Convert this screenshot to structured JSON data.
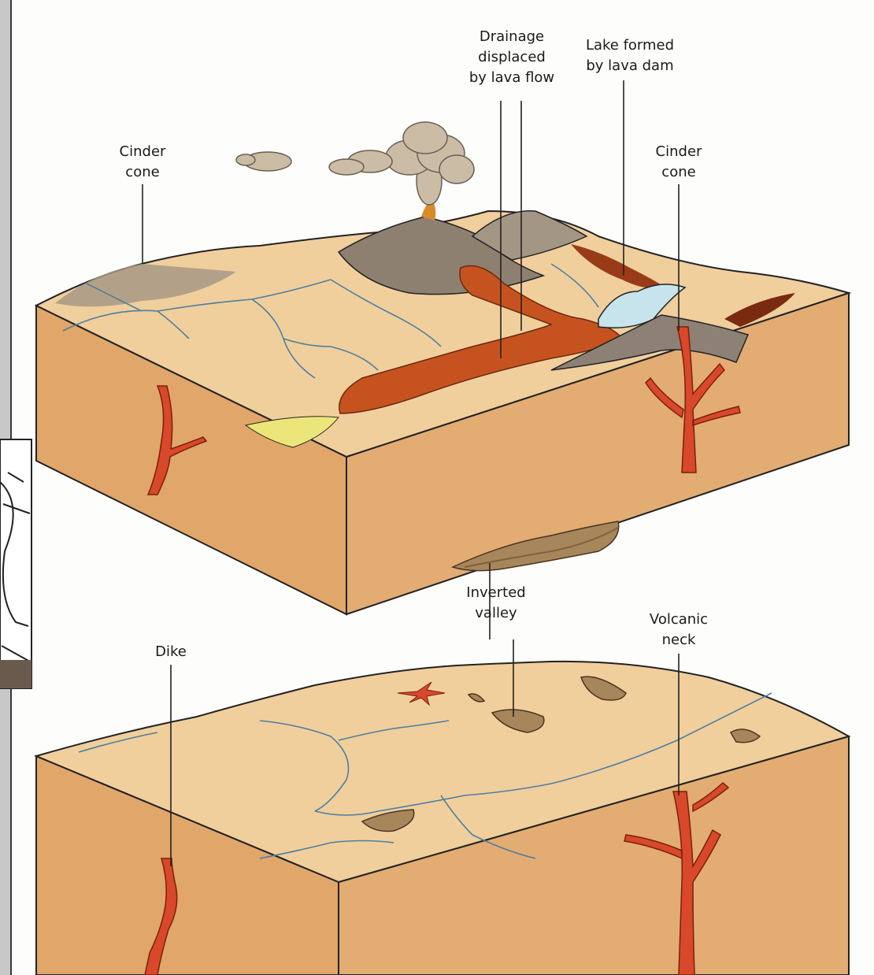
{
  "labels": {
    "drainage": [
      "Drainage",
      "displaced",
      "by lava flow"
    ],
    "lake": [
      "Lake formed",
      "by lava dam"
    ],
    "cinder_left": [
      "Cinder",
      "cone"
    ],
    "cinder_right": [
      "Cinder",
      "cone"
    ],
    "inverted_valley": [
      "Inverted",
      "valley"
    ],
    "volcanic_neck": [
      "Volcanic",
      "neck"
    ],
    "dike": [
      "Dike"
    ]
  }
}
